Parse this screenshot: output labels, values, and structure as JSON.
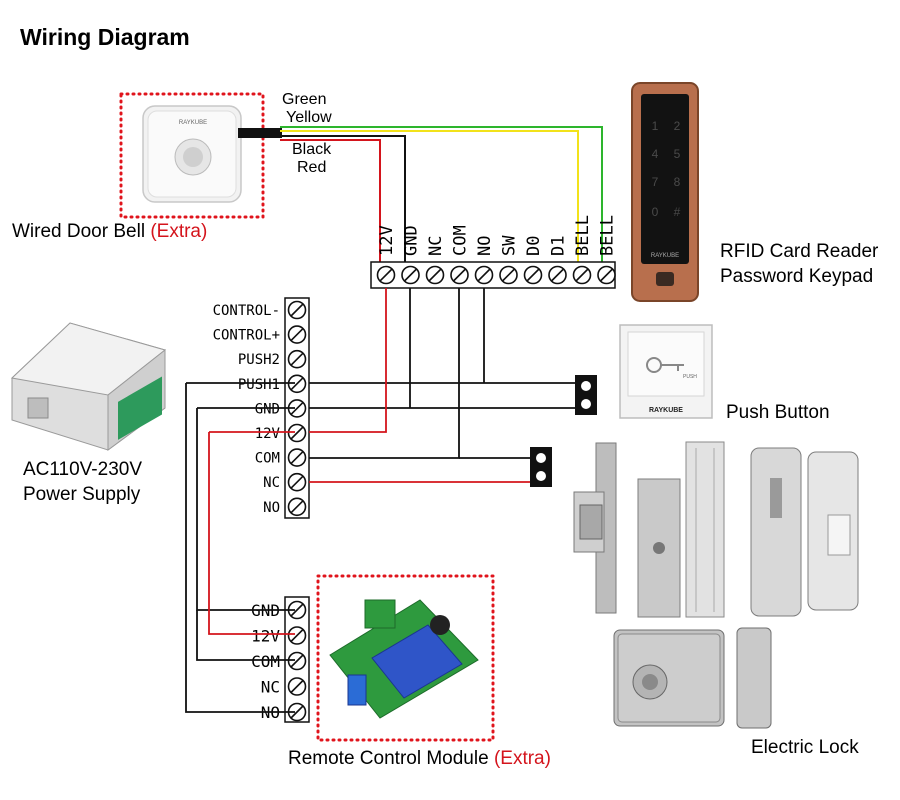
{
  "title": "Wiring Diagram",
  "wire_labels": {
    "green": "Green",
    "yellow": "Yellow",
    "black": "Black",
    "red": "Red"
  },
  "doorbell": {
    "label": "Wired Door Bell",
    "extra": "(Extra)",
    "brand": "RAYKUBE"
  },
  "reader": {
    "line1": "RFID Card Reader",
    "line2": "Password Keypad",
    "brand": "RAYKUBE"
  },
  "reader_terminals": [
    "12V",
    "GND",
    "NC",
    "COM",
    "NO",
    "SW",
    "D0",
    "D1",
    "BELL",
    "BELL"
  ],
  "power_terminals": [
    "CONTROL-",
    "CONTROL+",
    "PUSH2",
    "PUSH1",
    "GND",
    "12V",
    "COM",
    "NC",
    "NO"
  ],
  "power_supply": {
    "line1": "AC110V-230V",
    "line2": "Power Supply"
  },
  "push_button": {
    "label": "Push Button",
    "brand": "RAYKUBE",
    "text": "PUSH"
  },
  "remote_terminals": [
    "GND",
    "12V",
    "COM",
    "NC",
    "NO"
  ],
  "remote": {
    "label": "Remote Control Module",
    "extra": "(Extra)"
  },
  "lock": {
    "label": "Electric Lock"
  },
  "colors": {
    "red": "#d4141c",
    "black": "#111111",
    "green": "#2db52d",
    "yellow": "#f2e21a",
    "dotted": "#e0141c"
  }
}
